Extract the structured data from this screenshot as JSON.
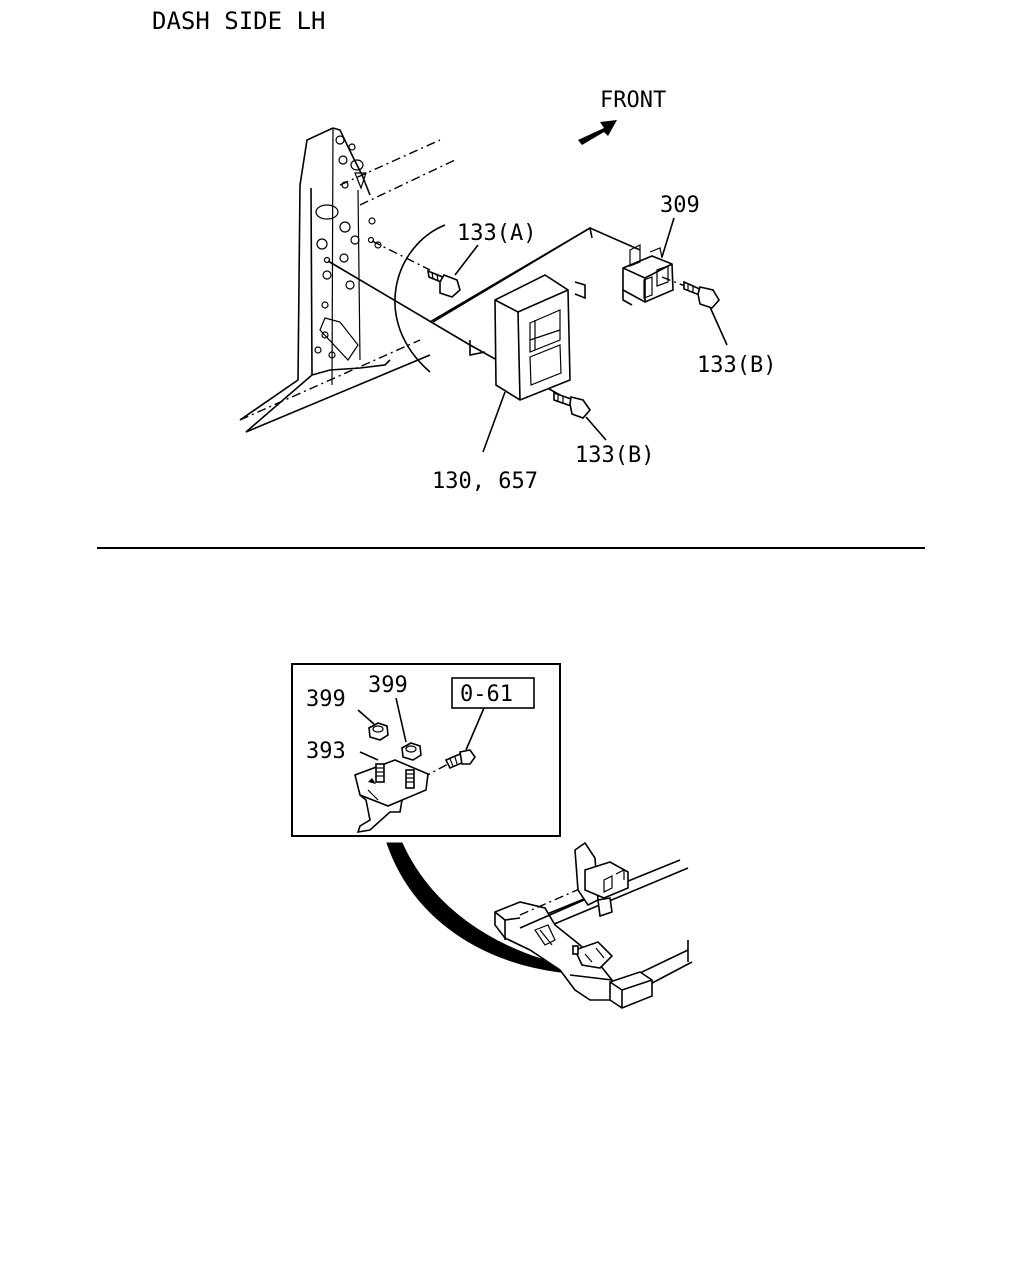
{
  "diagram": {
    "title": "DASH SIDE LH",
    "direction_label": "FRONT",
    "upper_callouts": {
      "bracket": "309",
      "bolt_a": "133(A)",
      "bolt_b_right": "133(B)",
      "bolt_b_lower": "133(B)",
      "module": "130, 657"
    },
    "lower_callouts": {
      "nut_left": "399",
      "nut_right": "399",
      "stud": "393",
      "reference_box": "0-61"
    },
    "colors": {
      "line": "#000000",
      "background": "#ffffff",
      "leader": "#000000"
    }
  }
}
